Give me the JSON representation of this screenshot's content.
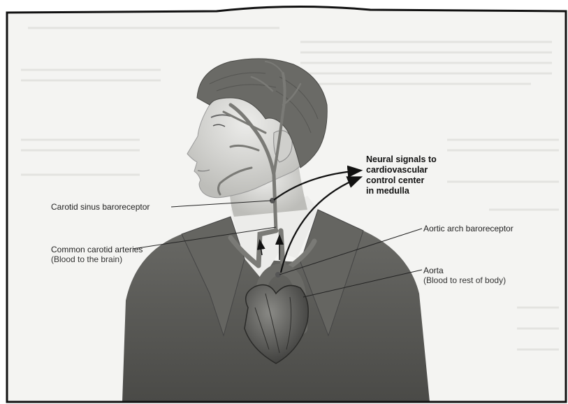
{
  "labels": {
    "neural_signals": [
      "Neural signals to",
      "cardiovascular",
      "control center",
      "in medulla"
    ],
    "carotid_sinus": "Carotid sinus baroreceptor",
    "aortic_arch": "Aortic arch baroreceptor",
    "common_carotid": "Common carotid arteries",
    "common_carotid_sub": "(Blood to the brain)",
    "aorta": "Aorta",
    "aorta_sub": "(Blood to rest of body)"
  },
  "colors": {
    "background": "#f4f4f2",
    "frame": "#111111",
    "skin": "#d9d9d6",
    "hair": "#6a6a66",
    "suit": "#5c5c58",
    "shirt": "#ececea",
    "artery": "#7a7a76",
    "heart": "#555552",
    "leader": "#222222"
  }
}
